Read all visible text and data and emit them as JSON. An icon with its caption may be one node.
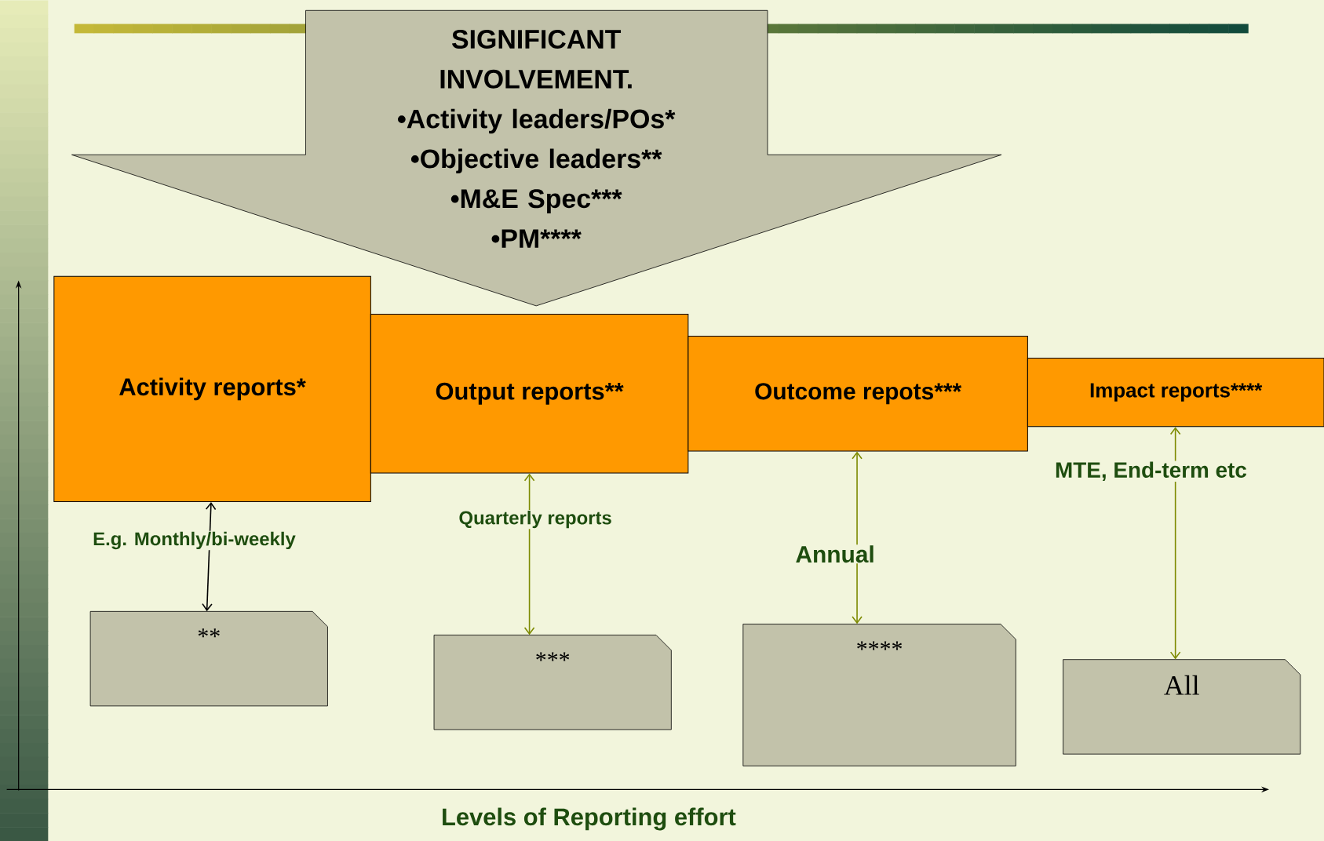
{
  "diagram": {
    "nodes": [
      {
        "text": [
          "SIGNIFICANT INVOLVEMENT.",
          "•Activity leaders/POs*",
          "•Objective leaders**",
          "•M&E Spec***",
          "•PM****"
        ]
      },
      {
        "text": [
          "Activity reports*"
        ]
      },
      {
        "text": [
          "Output reports**"
        ]
      },
      {
        "text": [
          "Outcome repots***"
        ]
      },
      {
        "text": [
          "Impact reports****"
        ]
      },
      {
        "text": [
          "**"
        ]
      },
      {
        "text": [
          "***"
        ]
      },
      {
        "text": [
          "****"
        ]
      },
      {
        "text": [
          "All"
        ]
      }
    ],
    "edges": [
      {
        "from": 1,
        "to": 5,
        "arrow": "both",
        "label": "E.g. Monthly/bi-weekly",
        "color": "#000000"
      },
      {
        "from": 2,
        "to": 6,
        "arrow": "both",
        "label": "Quarterly reports"
      },
      {
        "from": 3,
        "to": 7,
        "arrow": "both",
        "label": "Annual"
      },
      {
        "from": 4,
        "to": 8,
        "arrow": "both",
        "label": "MTE, End-term etc"
      }
    ],
    "labels": [
      "Levels of  Reporting effort"
    ]
  }
}
